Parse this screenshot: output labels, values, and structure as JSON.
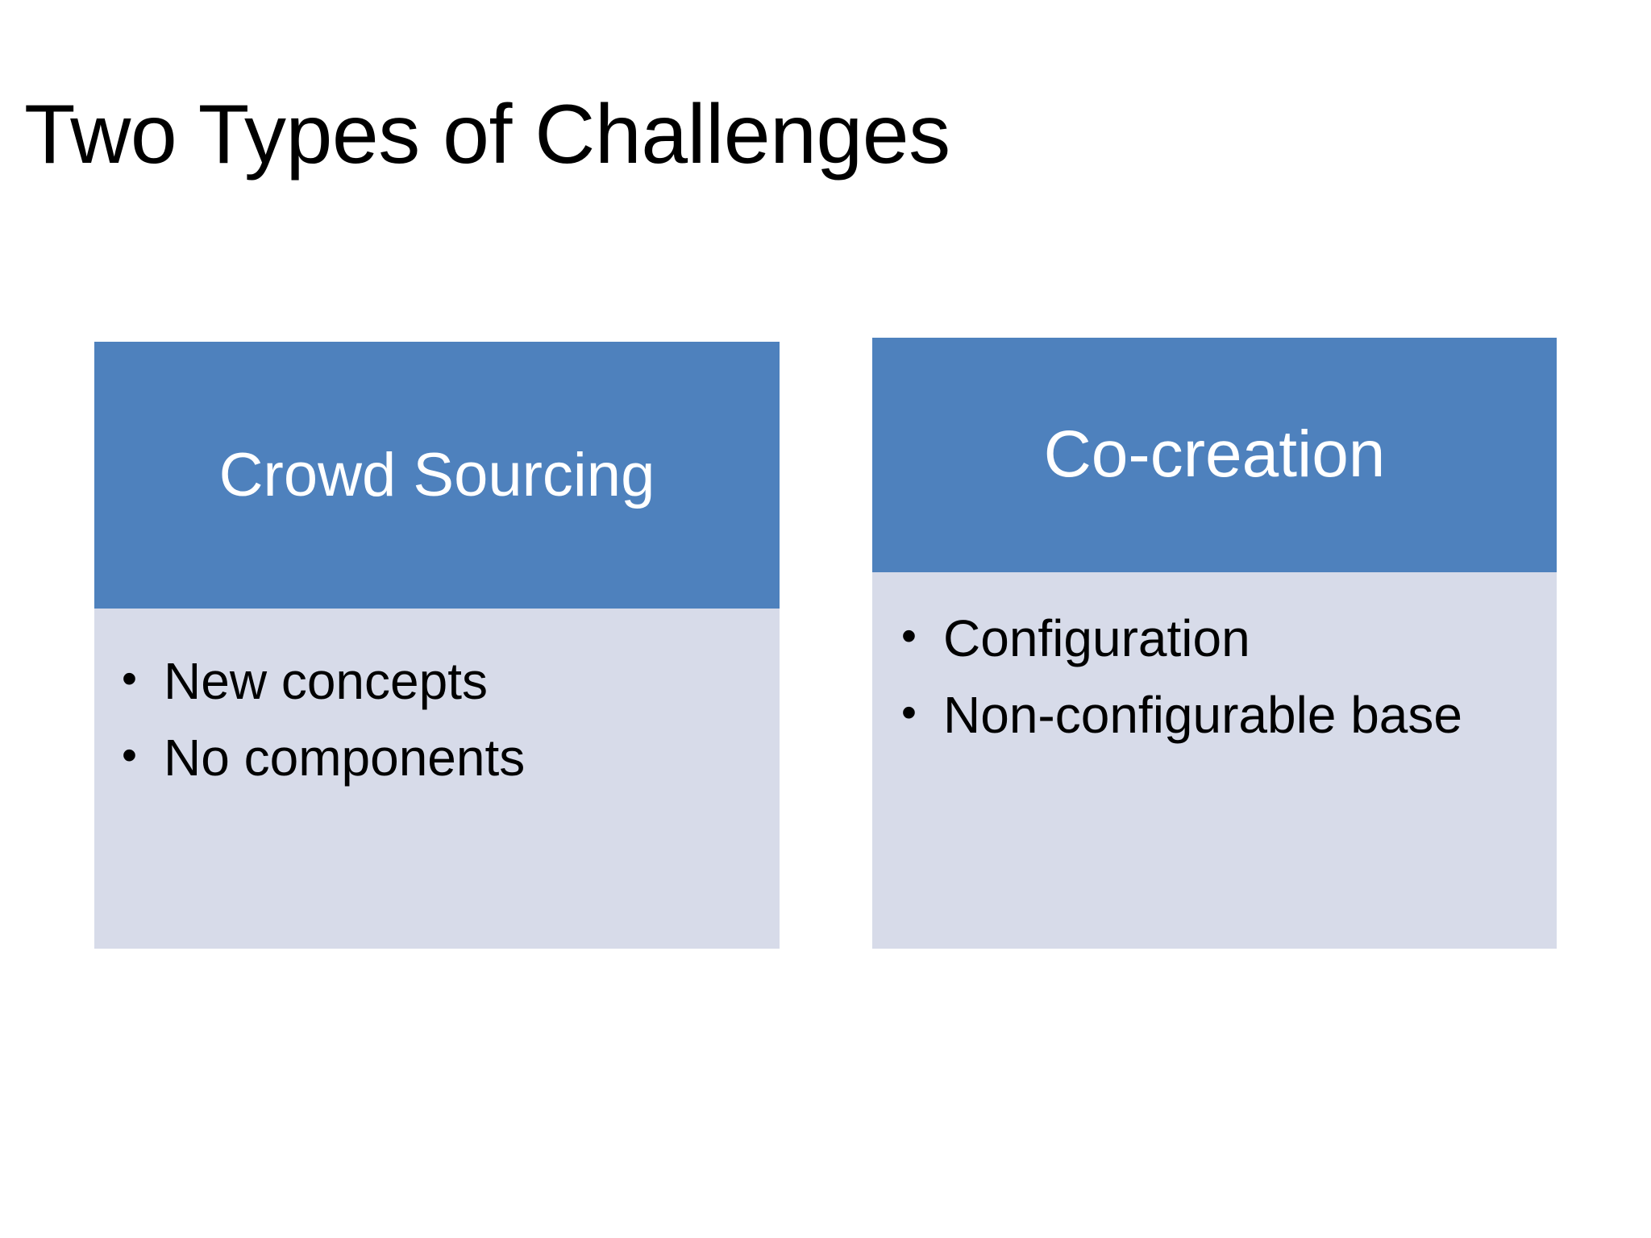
{
  "slide": {
    "title": "Two Types of Challenges",
    "background_color": "#ffffff",
    "accent_color": "#4e81bd",
    "body_fill_color": "#d7dbe9",
    "header_text_color": "#ffffff",
    "body_text_color": "#000000",
    "bullet_glyph": "•"
  },
  "cards": [
    {
      "id": "crowd-sourcing",
      "header": "Crowd Sourcing",
      "bullets": [
        "New concepts",
        "No components"
      ]
    },
    {
      "id": "co-creation",
      "header": "Co-creation",
      "bullets": [
        "Configuration",
        "Non-configurable base"
      ]
    }
  ]
}
